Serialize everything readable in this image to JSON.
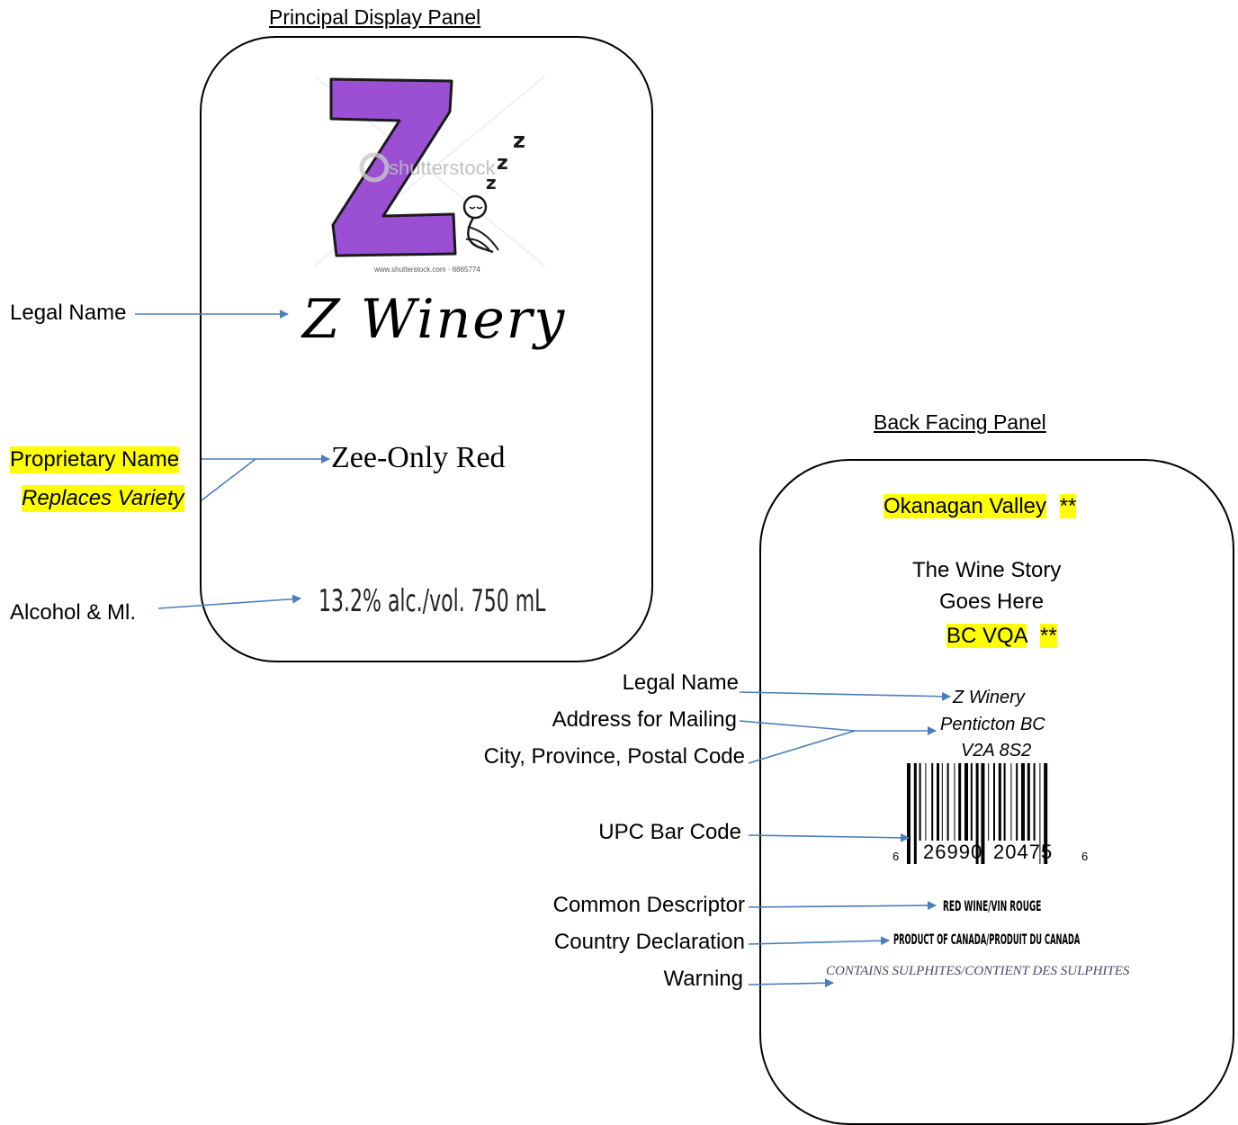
{
  "principal_panel": {
    "title": "Principal Display Panel",
    "logo_letter": "Z",
    "watermark": "shutterstock",
    "watermark_url": "www.shutterstock.com · 6865774",
    "sleep_zs": [
      "z",
      "z",
      "z"
    ],
    "brand_name": "Z Winery",
    "proprietary_name": "Zee-Only Red",
    "alcohol_volume": "13.2% alc./vol. 750 mL"
  },
  "back_panel": {
    "title": "Back Facing Panel",
    "region": "Okanagan Valley",
    "region_marker": "**",
    "story_line1": "The Wine Story",
    "story_line2": "Goes Here",
    "vqa": "BC VQA",
    "vqa_marker": "**",
    "legal_name": "Z Winery",
    "city": "Penticton BC",
    "postal_code": "V2A 8S2",
    "barcode_left_digit": "6",
    "barcode_digits_1": "26990",
    "barcode_digits_2": "20475",
    "barcode_right_digit": "6",
    "descriptor": "RED WINE/VIN ROUGE",
    "country": "PRODUCT OF CANADA/PRODUIT DU CANADA",
    "warning": "CONTAINS SULPHITES/CONTIENT DES SULPHITES"
  },
  "callouts_left": {
    "legal_name": "Legal Name",
    "proprietary_name": "Proprietary Name",
    "replaces_variety": "Replaces Variety",
    "alcohol": "Alcohol & Ml."
  },
  "callouts_back": {
    "legal_name": "Legal Name",
    "address": "Address for Mailing",
    "city_province": "City, Province, Postal Code",
    "upc": "UPC Bar Code",
    "common_descriptor": "Common Descriptor",
    "country_declaration": "Country Declaration",
    "warning": "Warning"
  },
  "colors": {
    "highlight": "#ffff00",
    "arrow": "#4a7ebb",
    "logo_purple": "#9b4fd3"
  }
}
